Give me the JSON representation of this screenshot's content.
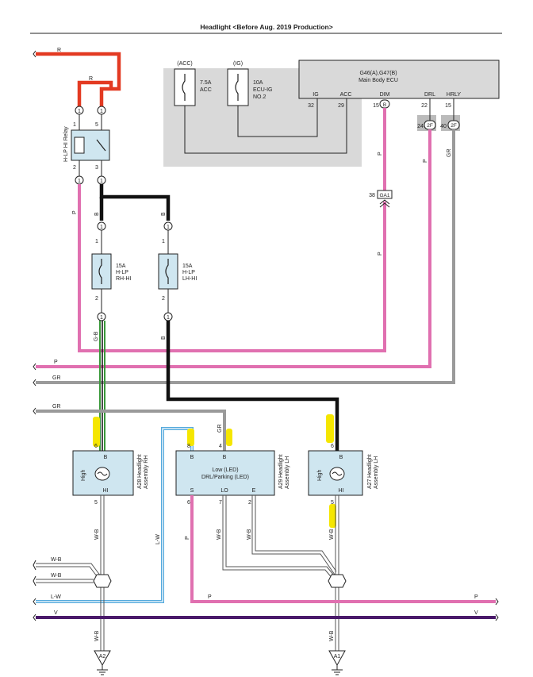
{
  "title": "Headlight <Before Aug. 2019 Production>",
  "colors": {
    "red": "#e33a22",
    "pink": "#e070b0",
    "gray": "#9a9a9a",
    "black": "#111111",
    "purple": "#4a1a6a",
    "lightblue": "#55aadd",
    "green": "#3a9a3a",
    "highlight": "#f5e600",
    "shade": "#d9d9d9"
  },
  "wires": {
    "r_top": "R",
    "r_inner": "R",
    "p_left": "P",
    "b_main": "B",
    "b_rhhi": "B",
    "g_b": "G-B",
    "b_lh": "B",
    "p_ecu": "P",
    "p_ecu2": "P",
    "p_drl": "P",
    "gr_hrly": "GR",
    "bus_p": "P",
    "bus_gr": "GR",
    "bus_gr2": "GR",
    "gr_a29": "GR",
    "lw": "L-W",
    "wb_a28": "W-B",
    "wb_a27": "W-B",
    "wb_a29_lo": "W-B",
    "wb_a29_e": "W-B",
    "p_a29_s": "P",
    "bus_wb1": "W-B",
    "bus_wb2": "W-B",
    "bus_lw": "L-W",
    "bus_p2": "P",
    "bus_v": "V",
    "bus_v_end": "V",
    "bus_p2_end": "P",
    "wb_ground_left": "W-B",
    "wb_ground_right": "W-B"
  },
  "ecu": {
    "name_line1": "G46(A),G47(B)",
    "name_line2": "Main Body ECU",
    "pins": [
      {
        "label": "IG",
        "num": "32"
      },
      {
        "label": "ACC",
        "num": "29"
      },
      {
        "label": "DIM",
        "num": "15",
        "conn": "B"
      },
      {
        "label": "DRL",
        "num": "22",
        "num2": "24",
        "conn": "2F"
      },
      {
        "label": "HRLY",
        "num": "15",
        "num2": "40",
        "conn": "2F"
      }
    ]
  },
  "fuse_acc": {
    "tag": "(ACC)",
    "line1": "7.5A",
    "line2": "ACC"
  },
  "fuse_ig": {
    "tag": "(IG)",
    "line1": "10A",
    "line2": "ECU-IG",
    "line3": "NO.2"
  },
  "relay": {
    "label": "H-LP HI Relay",
    "pins": [
      "1",
      "5",
      "2",
      "3"
    ],
    "conns": [
      "1",
      "1",
      "1",
      "1"
    ]
  },
  "fuse_rh": {
    "line1": "15A",
    "line2": "H-LP",
    "line3": "RH-HI",
    "pin_top": "1",
    "pin_bot": "2",
    "conn_top": "1",
    "conn_bot": "1"
  },
  "fuse_lh": {
    "line1": "15A",
    "line2": "H-LP",
    "line3": "LH-HI",
    "pin_top": "1",
    "pin_bot": "2",
    "conn_top": "1",
    "conn_bot": "1"
  },
  "junction_ga1": {
    "pin": "38",
    "name": "GA1"
  },
  "a28": {
    "mode": "High",
    "pin_b": "6",
    "b": "B",
    "hi": "HI",
    "pin_hi": "5",
    "name1": "A28",
    "name2": "Headlight",
    "name3": "Assembly RH"
  },
  "a29": {
    "label1": "Low (LED)",
    "label2": "DRL/Parking (LED)",
    "pins_top": [
      {
        "num": "8",
        "label": "B"
      },
      {
        "num": "4",
        "label": "B"
      }
    ],
    "pins_bot": [
      {
        "num": "6",
        "label": "S"
      },
      {
        "num": "7",
        "label": "LO"
      },
      {
        "num": "2",
        "label": "E"
      }
    ],
    "name1": "A29",
    "name2": "Headlight",
    "name3": "Assembly LH"
  },
  "a27": {
    "mode": "High",
    "pin_b": "6",
    "b": "B",
    "hi": "HI",
    "pin_hi": "5",
    "name1": "A27",
    "name2": "Headlight",
    "name3": "Assembly LH"
  },
  "grounds": [
    {
      "name": "A2"
    },
    {
      "name": "A1"
    }
  ]
}
